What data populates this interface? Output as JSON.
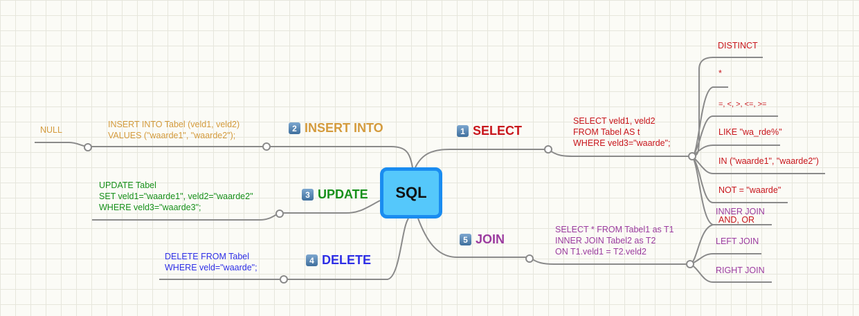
{
  "root": {
    "label": "SQL"
  },
  "colors": {
    "select": "#c8151b",
    "insert": "#d49b3d",
    "update": "#16901a",
    "delete": "#2d2ee6",
    "join": "#9b3b9f",
    "line": "#8a8a8a",
    "root_fill": "#55c8fb",
    "root_border": "#1a8cf0"
  },
  "branches": {
    "select": {
      "badge": "1",
      "label": "SELECT",
      "code": "SELECT veld1, veld2\nFROM Tabel AS t\nWHERE veld3=\"waarde\";",
      "children": [
        "DISTINCT",
        "*",
        "=, <, >, <=, >=",
        "LIKE \"wa_rde%\"",
        "IN (\"waarde1\", \"waarde2\")",
        "NOT = \"waarde\"",
        "AND, OR"
      ]
    },
    "insert": {
      "badge": "2",
      "label": "INSERT INTO",
      "code": "INSERT INTO Tabel (veld1, veld2)\nVALUES (\"waarde1\", \"waarde2\");",
      "child": "NULL"
    },
    "update": {
      "badge": "3",
      "label": "UPDATE",
      "code": "UPDATE Tabel\nSET veld1=\"waarde1\", veld2=\"waarde2\"\nWHERE veld3=\"waarde3\";"
    },
    "delete": {
      "badge": "4",
      "label": "DELETE",
      "code": "DELETE FROM Tabel\nWHERE veld=\"waarde\";"
    },
    "join": {
      "badge": "5",
      "label": "JOIN",
      "code": "SELECT * FROM Tabel1 as T1\nINNER JOIN Tabel2 as T2\nON T1.veld1 = T2.veld2",
      "children": [
        "INNER JOIN",
        "LEFT JOIN",
        "RIGHT JOIN"
      ]
    }
  }
}
